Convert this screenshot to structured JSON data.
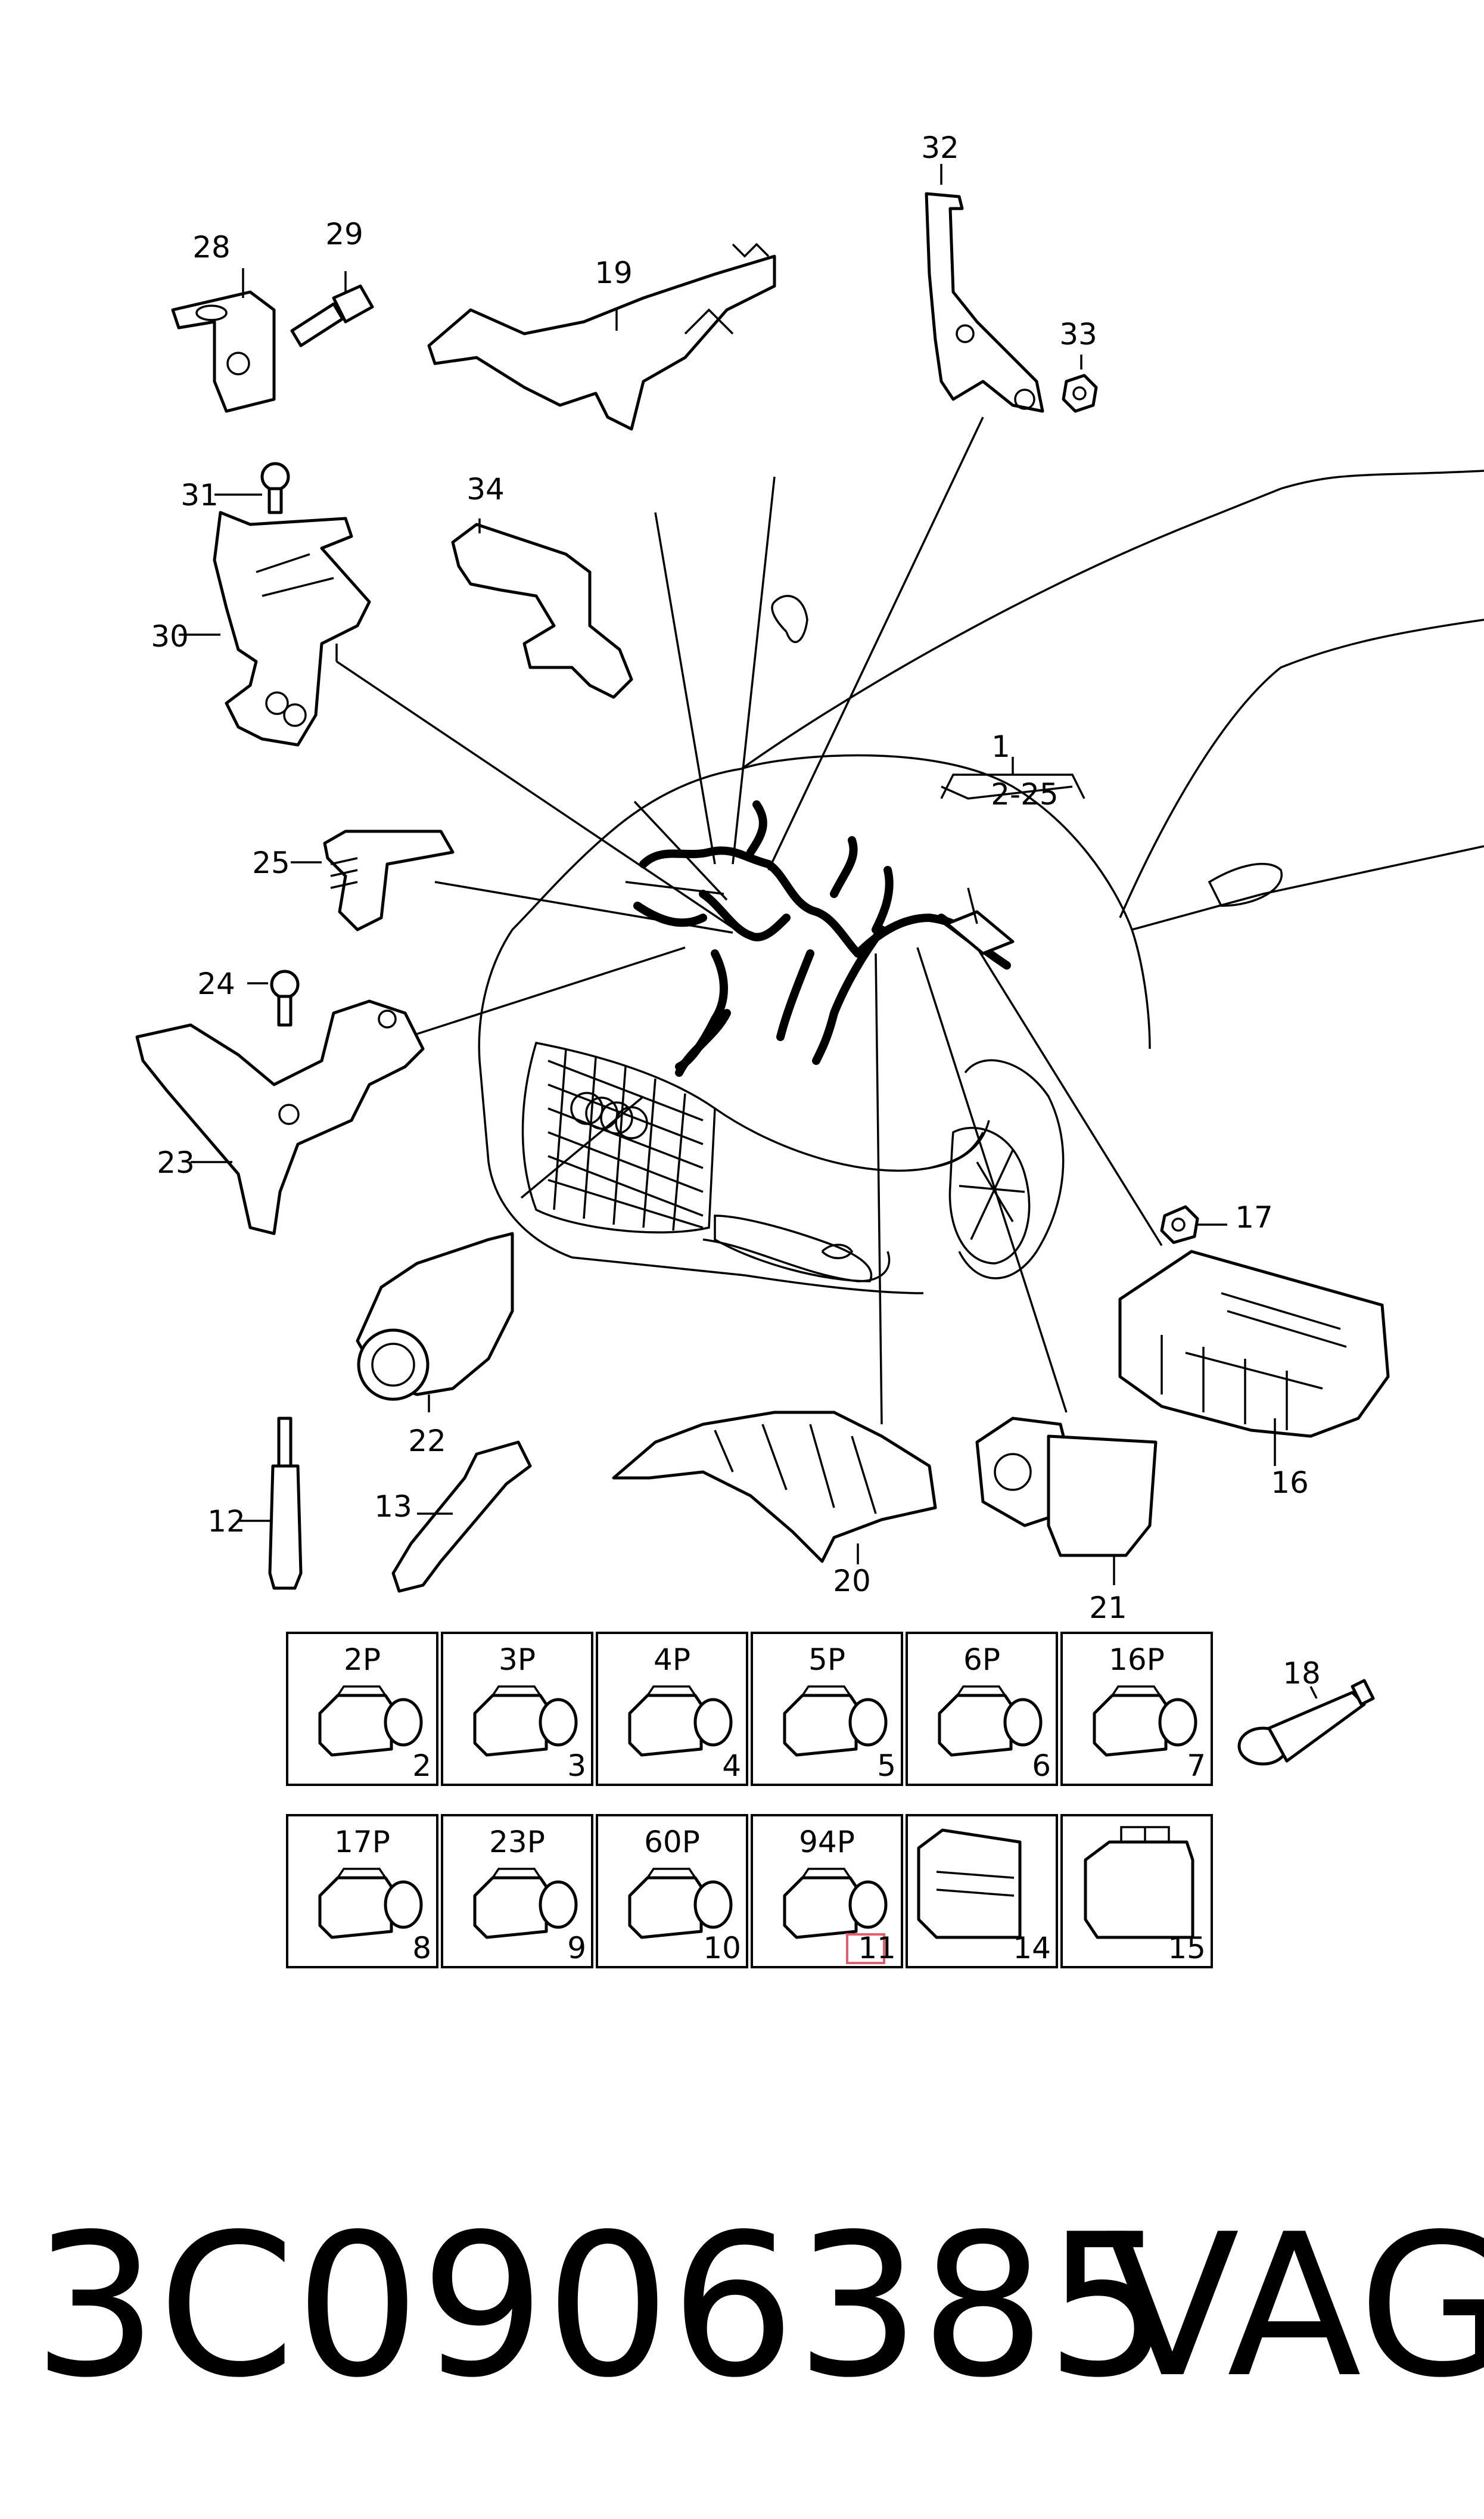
{
  "callouts": {
    "c1": "1",
    "c2_25": "2-25",
    "c12": "12",
    "c13": "13",
    "c16": "16",
    "c17": "17",
    "c18": "18",
    "c19": "19",
    "c20": "20",
    "c21": "21",
    "c22": "22",
    "c23": "23",
    "c24": "24",
    "c25": "25",
    "c28": "28",
    "c29": "29",
    "c30": "30",
    "c31": "31",
    "c32": "32",
    "c33": "33",
    "c34": "34"
  },
  "connector_grid": [
    {
      "pins": "2P",
      "index": "2"
    },
    {
      "pins": "3P",
      "index": "3"
    },
    {
      "pins": "4P",
      "index": "4"
    },
    {
      "pins": "5P",
      "index": "5"
    },
    {
      "pins": "6P",
      "index": "6"
    },
    {
      "pins": "16P",
      "index": "7"
    },
    {
      "pins": "17P",
      "index": "8"
    },
    {
      "pins": "23P",
      "index": "9"
    },
    {
      "pins": "60P",
      "index": "10"
    },
    {
      "pins": "94P",
      "index": "11",
      "highlighted": true
    },
    {
      "pins": "",
      "index": "14"
    },
    {
      "pins": "",
      "index": "15"
    }
  ],
  "footer": {
    "part_number": "3C0906385",
    "brand": "VAG"
  },
  "colors": {
    "line": "#000000",
    "background": "#ffffff",
    "highlight": "#e06070"
  }
}
